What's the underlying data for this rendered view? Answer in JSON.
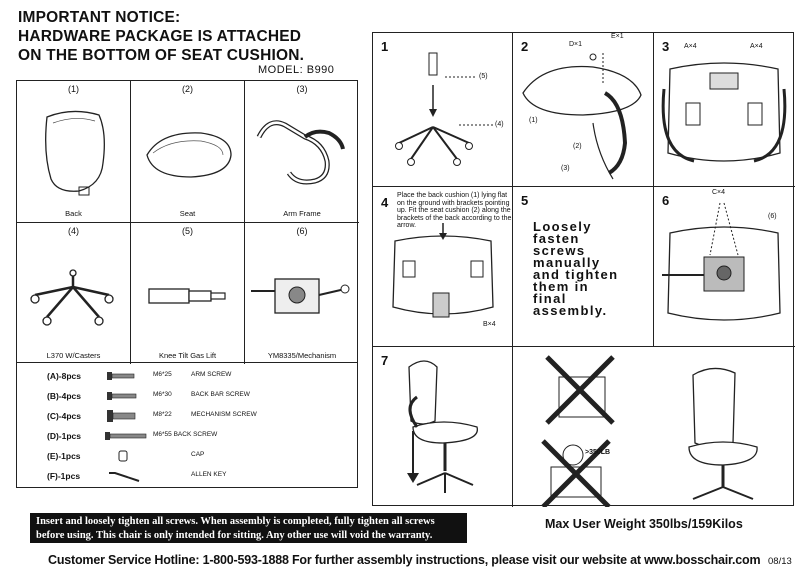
{
  "notice": {
    "line1": "IMPORTANT NOTICE:",
    "line2": "HARDWARE PACKAGE IS ATTACHED",
    "line3": "ON THE BOTTOM OF SEAT CUSHION.",
    "model": "MODEL: B990"
  },
  "parts": [
    {
      "num": "(1)",
      "caption": "Back"
    },
    {
      "num": "(2)",
      "caption": "Seat"
    },
    {
      "num": "(3)",
      "caption": "Arm Frame"
    },
    {
      "num": "(4)",
      "caption": "L370 W/Casters"
    },
    {
      "num": "(5)",
      "caption": "Knee Tilt Gas Lift"
    },
    {
      "num": "(6)",
      "caption": "YM8335/Mechanism"
    }
  ],
  "hardware": [
    {
      "qty": "(A)-8pcs",
      "size": "M6*25",
      "name": "ARM SCREW"
    },
    {
      "qty": "(B)-4pcs",
      "size": "M6*30",
      "name": "BACK BAR SCREW"
    },
    {
      "qty": "(C)-4pcs",
      "size": "M8*22",
      "name": "MECHANISM SCREW"
    },
    {
      "qty": "(D)-1pcs",
      "size": "M6*55 BACK SCREW",
      "name": ""
    },
    {
      "qty": "(E)-1pcs",
      "size": "",
      "name": "CAP"
    },
    {
      "qty": "(F)-1pcs",
      "size": "",
      "name": "ALLEN KEY"
    }
  ],
  "steps": {
    "s1": {
      "num": "1",
      "l5": "(5)",
      "l4": "(4)"
    },
    "s2": {
      "num": "2",
      "d": "D×1",
      "e": "E×1",
      "l1": "(1)",
      "l2": "(2)",
      "l3": "(3)"
    },
    "s3": {
      "num": "3",
      "a1": "A×4",
      "a2": "A×4"
    },
    "s4": {
      "num": "4",
      "text": "Place the back cushion (1) lying flat on the ground with brackets pointing up. Fit the seat cushion (2) along the brackets of the back according to the arrow.",
      "b": "B×4"
    },
    "s5": {
      "num": "5",
      "l1": "Loosely",
      "l2": "fasten",
      "l3": "screws",
      "l4": "manually",
      "l5": "and tighten",
      "l6": "them in",
      "l7": "final",
      "l8": "assembly."
    },
    "s6": {
      "num": "6",
      "c": "C×4",
      "l6": "(6)"
    },
    "s7": {
      "num": "7",
      "weight": ">350LB"
    }
  },
  "footer": {
    "warning1": "Insert and loosely tighten all screws. When assembly is completed, fully tighten all screws",
    "warning2": "before using. This chair is only intended for sitting. Any other use will void the warranty.",
    "max_weight": "Max User Weight 350lbs/159Kilos",
    "hotline": "Customer Service Hotline: 1-800-593-1888 For further assembly instructions, please visit our website at www.bosschair.com",
    "date": "08/13"
  }
}
